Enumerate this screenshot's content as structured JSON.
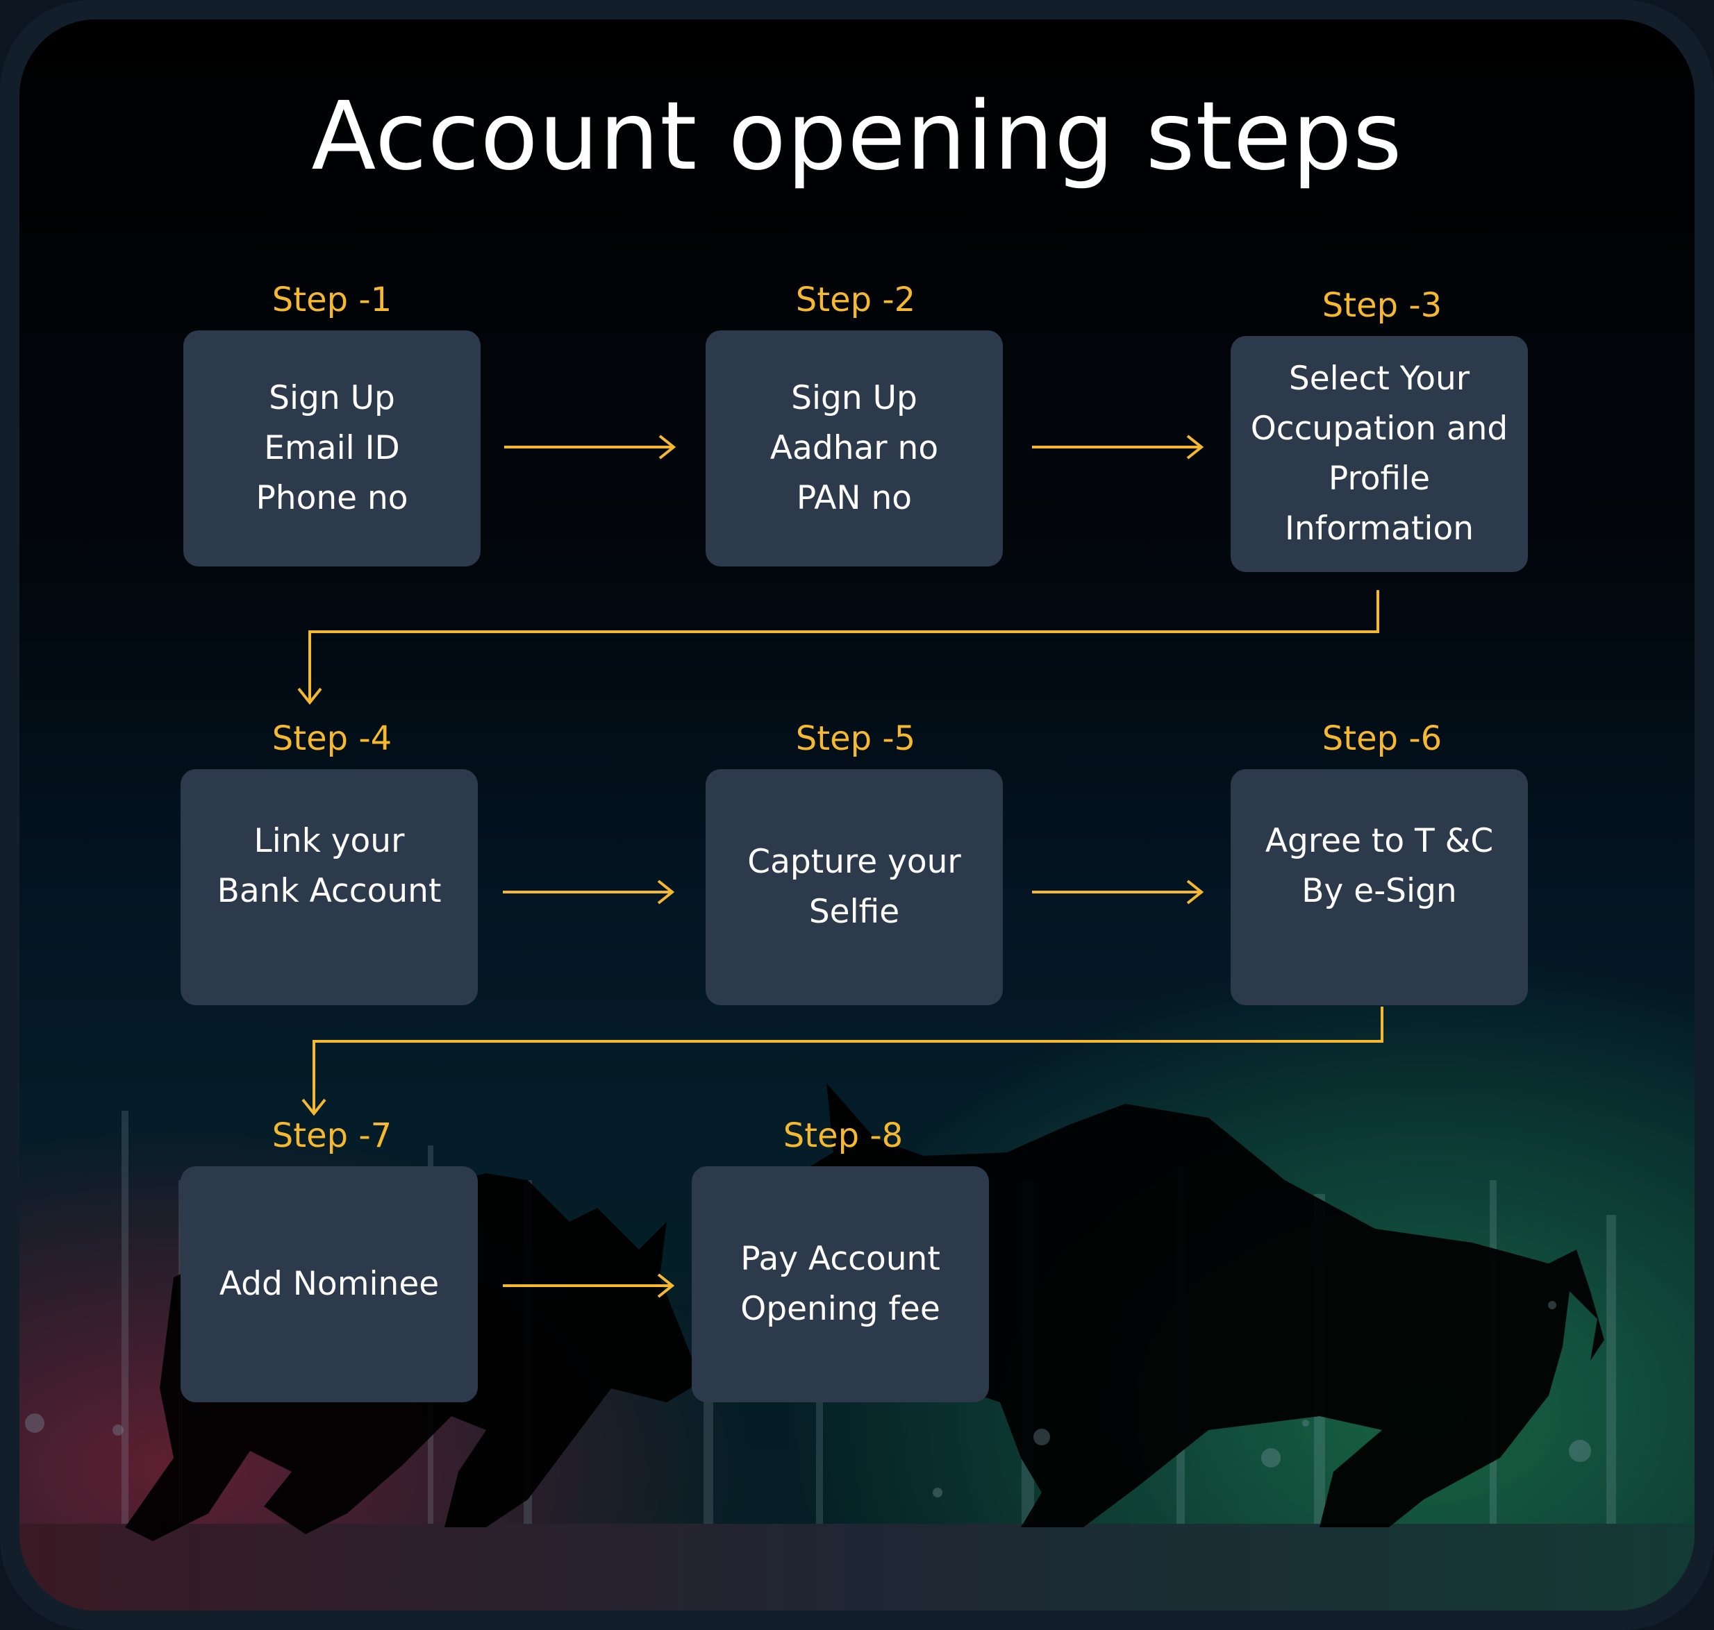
{
  "title": "Account opening steps",
  "steps": [
    {
      "label": "Step -1",
      "text": "Sign Up\nEmail ID\nPhone no"
    },
    {
      "label": "Step -2",
      "text": "Sign Up\nAadhar no\nPAN no"
    },
    {
      "label": "Step -3",
      "text": "Select Your\nOccupation and\nProfile\nInformation"
    },
    {
      "label": "Step -4",
      "text": "Link your\nBank Account"
    },
    {
      "label": "Step -5",
      "text": "Capture your\nSelfie"
    },
    {
      "label": "Step -6",
      "text": "Agree to T &C\nBy e-Sign"
    },
    {
      "label": "Step -7",
      "text": "Add Nominee"
    },
    {
      "label": "Step -8",
      "text": "Pay Account\nOpening fee"
    }
  ],
  "colors": {
    "accent": "#f5b82e",
    "card": "#2c3a4b",
    "text": "#ffffff"
  },
  "background_art": [
    "bear-silhouette",
    "bull-silhouette"
  ]
}
